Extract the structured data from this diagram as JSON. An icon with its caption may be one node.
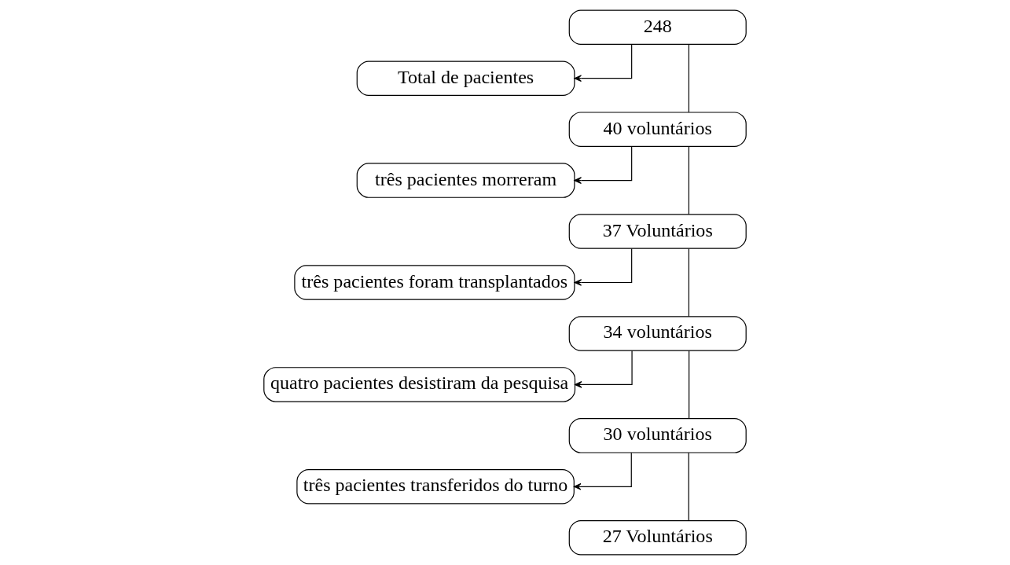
{
  "diagram": {
    "nodes": [
      {
        "text": [
          "248"
        ]
      },
      {
        "text": [
          "Total de pacientes"
        ]
      },
      {
        "text": [
          "40 voluntários"
        ]
      },
      {
        "text": [
          "três pacientes morreram"
        ]
      },
      {
        "text": [
          "37 Voluntários"
        ]
      },
      {
        "text": [
          "três pacientes foram transplantados"
        ]
      },
      {
        "text": [
          "34 voluntários"
        ]
      },
      {
        "text": [
          "quatro pacientes desistiram da pesquisa"
        ]
      },
      {
        "text": [
          "30 voluntários"
        ]
      },
      {
        "text": [
          "três pacientes transferidos do turno"
        ]
      },
      {
        "text": [
          "27 Voluntários"
        ]
      }
    ],
    "edges": [
      {
        "from": 0,
        "to": 2,
        "arrow": "none"
      },
      {
        "from": 0,
        "to": 1,
        "arrow": "to"
      },
      {
        "from": 2,
        "to": 4,
        "arrow": "none"
      },
      {
        "from": 2,
        "to": 3,
        "arrow": "to"
      },
      {
        "from": 4,
        "to": 6,
        "arrow": "none"
      },
      {
        "from": 4,
        "to": 5,
        "arrow": "to"
      },
      {
        "from": 6,
        "to": 8,
        "arrow": "none"
      },
      {
        "from": 6,
        "to": 7,
        "arrow": "to"
      },
      {
        "from": 8,
        "to": 10,
        "arrow": "none"
      },
      {
        "from": 8,
        "to": 9,
        "arrow": "to"
      }
    ]
  }
}
